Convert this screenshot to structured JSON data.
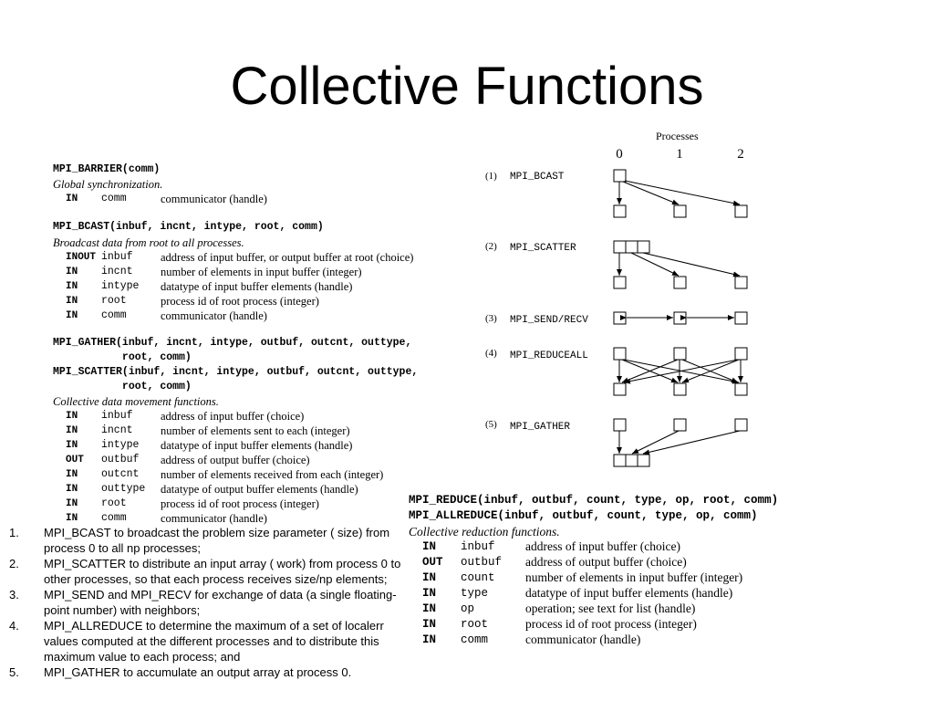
{
  "slide": {
    "title": "Collective Functions"
  },
  "specs_left": {
    "barrier": {
      "signature": "MPI_BARRIER(comm)",
      "description": "Global synchronization.",
      "args": [
        {
          "dir": "IN",
          "name": "comm",
          "desc": "communicator (handle)"
        }
      ]
    },
    "bcast": {
      "signature": "MPI_BCAST(inbuf, incnt, intype, root, comm)",
      "description": "Broadcast data from root to all processes.",
      "args": [
        {
          "dir": "INOUT",
          "name": "inbuf",
          "desc": "address of input buffer, or output buffer at root (choice)"
        },
        {
          "dir": "IN",
          "name": "incnt",
          "desc": "number of elements in input buffer (integer)"
        },
        {
          "dir": "IN",
          "name": "intype",
          "desc": "datatype of input buffer elements (handle)"
        },
        {
          "dir": "IN",
          "name": "root",
          "desc": "process id of root process (integer)"
        },
        {
          "dir": "IN",
          "name": "comm",
          "desc": "communicator (handle)"
        }
      ]
    },
    "gather_scatter": {
      "signature_lines": [
        "MPI_GATHER(inbuf, incnt, intype, outbuf, outcnt, outtype,",
        "           root, comm)",
        "MPI_SCATTER(inbuf, incnt, intype, outbuf, outcnt, outtype,",
        "           root, comm)"
      ],
      "description": "Collective data movement functions.",
      "args": [
        {
          "dir": "IN",
          "name": "inbuf",
          "desc": "address of input buffer (choice)"
        },
        {
          "dir": "IN",
          "name": "incnt",
          "desc": "number of elements sent to each (integer)"
        },
        {
          "dir": "IN",
          "name": "intype",
          "desc": "datatype of input buffer elements (handle)"
        },
        {
          "dir": "OUT",
          "name": "outbuf",
          "desc": "address of output buffer (choice)"
        },
        {
          "dir": "IN",
          "name": "outcnt",
          "desc": "number of elements received from each (integer)"
        },
        {
          "dir": "IN",
          "name": "outtype",
          "desc": "datatype of output buffer elements (handle)"
        },
        {
          "dir": "IN",
          "name": "root",
          "desc": "process id of root process (integer)"
        },
        {
          "dir": "IN",
          "name": "comm",
          "desc": "communicator (handle)"
        }
      ]
    }
  },
  "spec_reduce": {
    "signature_lines": [
      "MPI_REDUCE(inbuf, outbuf, count, type, op, root, comm)",
      "MPI_ALLREDUCE(inbuf, outbuf, count, type, op, comm)"
    ],
    "description": "Collective reduction functions.",
    "args": [
      {
        "dir": "IN",
        "name": "inbuf",
        "desc": "address of input buffer (choice)"
      },
      {
        "dir": "OUT",
        "name": "outbuf",
        "desc": "address of output buffer (choice)"
      },
      {
        "dir": "IN",
        "name": "count",
        "desc": "number of elements in input buffer (integer)"
      },
      {
        "dir": "IN",
        "name": "type",
        "desc": "datatype of input buffer elements (handle)"
      },
      {
        "dir": "IN",
        "name": "op",
        "desc": "operation; see text for list (handle)"
      },
      {
        "dir": "IN",
        "name": "root",
        "desc": "process id of root process (integer)"
      },
      {
        "dir": "IN",
        "name": "comm",
        "desc": "communicator (handle)"
      }
    ]
  },
  "diagram": {
    "header": "Processes",
    "process_ids": [
      "0",
      "1",
      "2"
    ],
    "rows": [
      {
        "num": "(1)",
        "name": "MPI_BCAST"
      },
      {
        "num": "(2)",
        "name": "MPI_SCATTER"
      },
      {
        "num": "(3)",
        "name": "MPI_SEND/RECV"
      },
      {
        "num": "(4)",
        "name": "MPI_REDUCEALL"
      },
      {
        "num": "(5)",
        "name": "MPI_GATHER"
      }
    ]
  },
  "steps": [
    {
      "num": "1.",
      "text": "MPI_BCAST to broadcast the problem size parameter ( size) from process 0 to all np processes;"
    },
    {
      "num": "2.",
      "text": "MPI_SCATTER to distribute an input array ( work) from process 0 to other processes, so that each process receives size/np elements;"
    },
    {
      "num": "3.",
      "text": "MPI_SEND and MPI_RECV for exchange of data (a single floating-point number) with neighbors;"
    },
    {
      "num": "4.",
      "text": "MPI_ALLREDUCE to determine the maximum of a set of localerr values computed at the different processes and to distribute this maximum value to each process; and"
    },
    {
      "num": "5.",
      "text": "MPI_GATHER to accumulate an output array at process 0."
    }
  ]
}
